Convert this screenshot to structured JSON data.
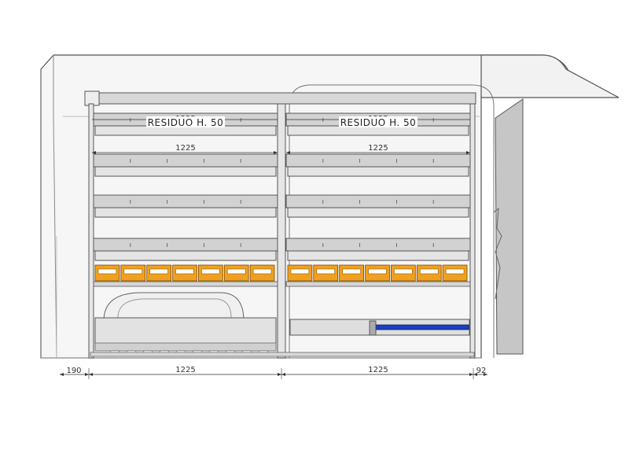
{
  "labels": {
    "bay_left_header": "RESIDUO H. 50",
    "bay_right_header": "RESIDUO H. 50"
  },
  "dimensions": {
    "left_header_width": "1225",
    "right_header_width": "1225",
    "left_shelf_width": "1225",
    "right_shelf_width": "1225",
    "left_offset": "190",
    "left_bay_total": "1225",
    "right_bay_total": "1225",
    "right_offset": "92"
  },
  "colors": {
    "outline": "#555555",
    "shelf_fill": "#c8c8c8",
    "bin_orange": "#f0a020",
    "rail_blue": "#1a3fc0",
    "van_fill": "#f4f4f4",
    "door_fill": "#c4c4c4"
  },
  "bins_per_bay": 7
}
